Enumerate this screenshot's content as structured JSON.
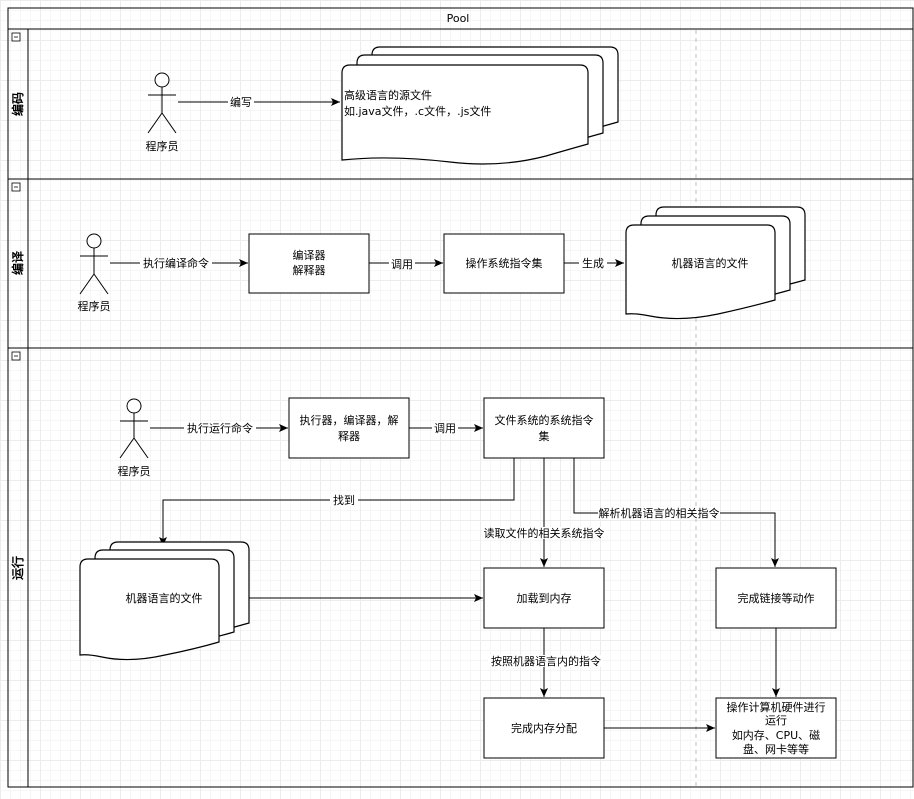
{
  "pool": {
    "title": "Pool"
  },
  "lanes": [
    {
      "id": "compile",
      "label": "编码"
    },
    {
      "id": "build",
      "label": "编译"
    },
    {
      "id": "run",
      "label": "运行"
    }
  ],
  "lane1": {
    "actor": "程序员",
    "edge_write": "编写",
    "doc_line1": "高级语言的源文件",
    "doc_line2": "如.java文件，.c文件，.js文件"
  },
  "lane2": {
    "actor": "程序员",
    "edge_cmd": "执行编译命令",
    "box_compiler_line1": "编译器",
    "box_compiler_line2": "解释器",
    "edge_call": "调用",
    "box_os": "操作系统指令集",
    "edge_gen": "生成",
    "doc_machine": "机器语言的文件"
  },
  "lane3": {
    "actor": "程序员",
    "edge_run": "执行运行命令",
    "box_exec_line1": "执行器，编译器，解",
    "box_exec_line2": "释器",
    "edge_call": "调用",
    "box_fs_line1": "文件系统的系统指令",
    "box_fs_line2": "集",
    "edge_find": "找到",
    "edge_parse": "解析机器语言的相关指令",
    "edge_read": "读取文件的相关系统指令",
    "doc_machine": "机器语言的文件",
    "box_load": "加载到内存",
    "box_link": "完成链接等动作",
    "edge_follow": "按照机器语言内的指令",
    "box_alloc": "完成内存分配",
    "box_hw_line1": "操作计算机硬件进行",
    "box_hw_line2": "运行",
    "box_hw_line3": "如内存、CPU、磁",
    "box_hw_line4": "盘、网卡等等"
  }
}
